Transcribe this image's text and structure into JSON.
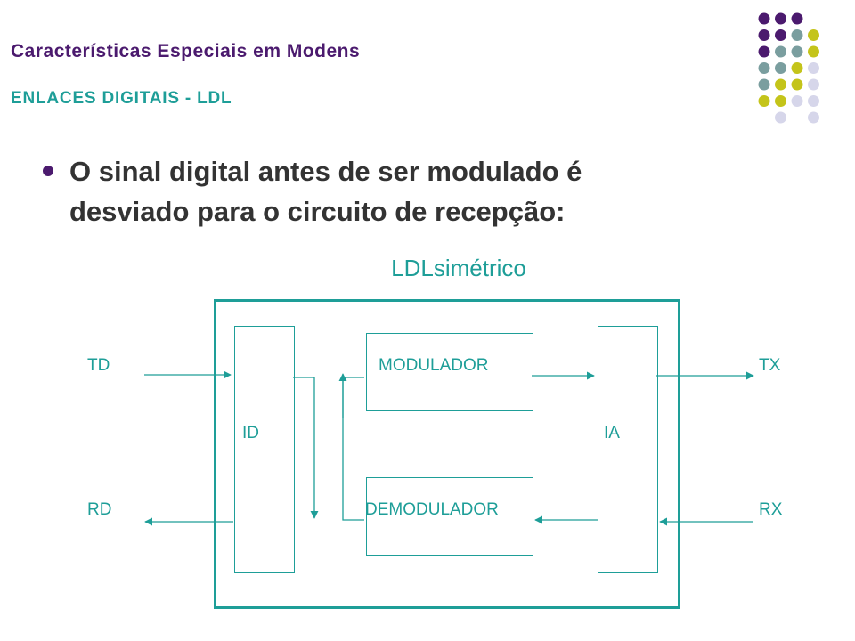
{
  "header": {
    "title": "Características Especiais em Modens",
    "subtitle": "ENLACES DIGITAIS - LDL"
  },
  "colors": {
    "purple": "#4b1a6e",
    "teal": "#1e9e98",
    "gray_teal": "#7a9e9f",
    "olive": "#c4c41a",
    "lavender": "#d6d6ea"
  },
  "decoration": {
    "dot_grid": [
      [
        "purple",
        "purple",
        "purple",
        "none"
      ],
      [
        "purple",
        "purple",
        "gray_teal",
        "olive"
      ],
      [
        "purple",
        "gray_teal",
        "gray_teal",
        "olive"
      ],
      [
        "gray_teal",
        "gray_teal",
        "olive",
        "lavender"
      ],
      [
        "gray_teal",
        "olive",
        "olive",
        "lavender"
      ],
      [
        "olive",
        "olive",
        "lavender",
        "lavender"
      ],
      [
        "none",
        "lavender",
        "none",
        "lavender"
      ]
    ]
  },
  "content": {
    "bullet_line1": "O sinal digital antes de ser modulado é",
    "bullet_line2": "desviado para o circuito de recepção:"
  },
  "diagram": {
    "title": "LDLsimétrico",
    "signals": {
      "td": "TD",
      "rd": "RD",
      "tx": "TX",
      "rx": "RX"
    },
    "blocks": {
      "id": "ID",
      "ia": "IA",
      "modulator": "MODULADOR",
      "demodulator": "DEMODULADOR"
    }
  }
}
